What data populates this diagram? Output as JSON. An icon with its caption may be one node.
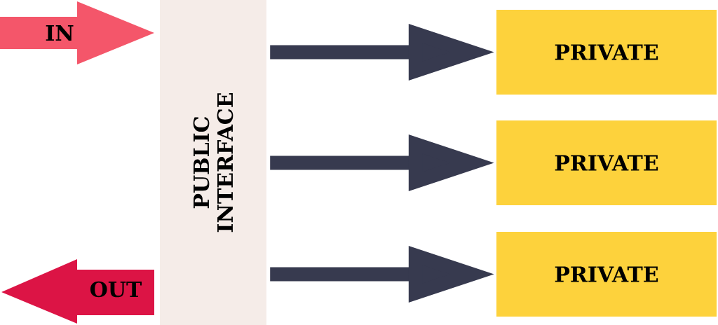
{
  "diagram": {
    "nodes": [
      {
        "text": [
          "IN"
        ]
      },
      {
        "text": [
          "OUT"
        ]
      },
      {
        "text": [
          "PUBLIC INTERFACE"
        ]
      },
      {
        "text": [
          "PRIVATE"
        ]
      },
      {
        "text": [
          "PRIVATE"
        ]
      },
      {
        "text": [
          "PRIVATE"
        ]
      }
    ],
    "edges": [
      {
        "from": 2,
        "to": 3,
        "arrow": "to"
      },
      {
        "from": 2,
        "to": 4,
        "arrow": "to"
      },
      {
        "from": 2,
        "to": 5,
        "arrow": "to"
      }
    ]
  }
}
